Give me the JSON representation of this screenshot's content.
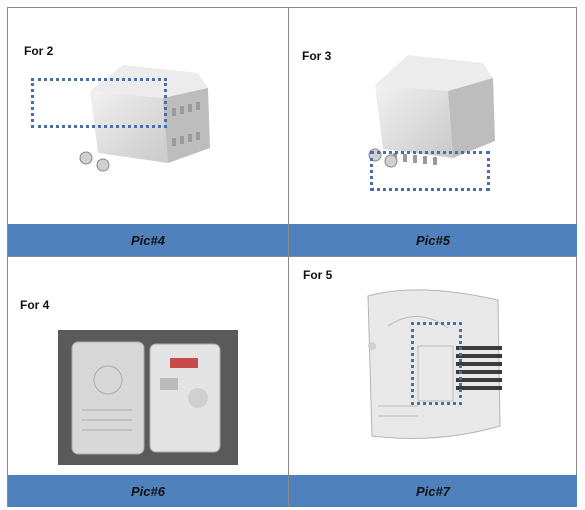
{
  "panels": [
    {
      "caption": "For 2",
      "label": "Pic#4"
    },
    {
      "caption": "For 3",
      "label": "Pic#5"
    },
    {
      "caption": "For 4",
      "label": "Pic#6"
    },
    {
      "caption": "For 5",
      "label": "Pic#7"
    }
  ],
  "colors": {
    "band": "#4f81bd",
    "highlight": "#4a6fa5",
    "box": "#dcdcdc"
  }
}
